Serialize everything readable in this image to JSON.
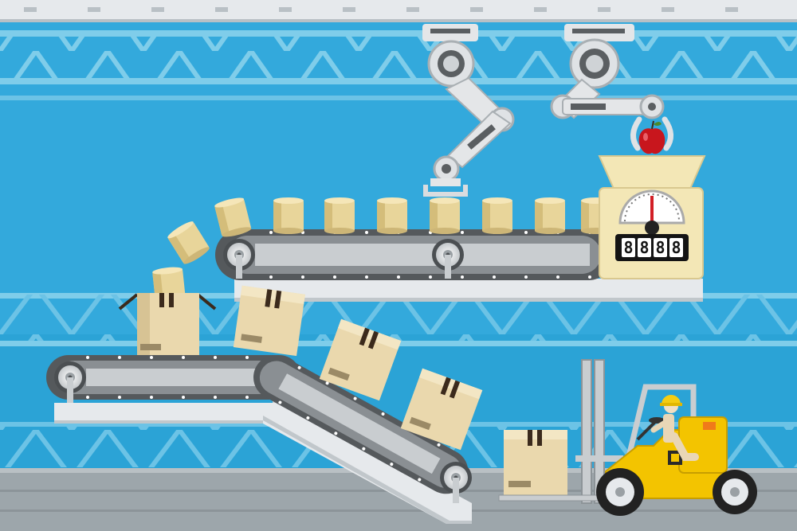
{
  "scene": {
    "colors": {
      "sky": "#2ba3d6",
      "sky_light": "#45b7e3",
      "truss": "#7fcdea",
      "rail": "#e6e9ec",
      "floor": "#9da6ab",
      "conveyor_belt": "#55595c",
      "roller": "#c9cdd0",
      "box": "#ead8ad",
      "box_shadow": "#cdb98a",
      "box_tape": "#3b2a1c",
      "can": "#e8d59a",
      "scale": "#f3e7b6",
      "display": "#141414",
      "apple": "#c8161d",
      "forklift": "#f3c400",
      "tire": "#222222",
      "worker_helmet": "#f5cd12"
    },
    "scale_display": {
      "digits": [
        "8",
        "8",
        "8",
        "8"
      ]
    },
    "icons": [
      "robot-arm-icon",
      "apple-icon",
      "conveyor-belt-icon",
      "cardboard-box-icon",
      "tin-can-icon",
      "weighing-scale-icon",
      "forklift-icon",
      "worker-icon"
    ]
  }
}
